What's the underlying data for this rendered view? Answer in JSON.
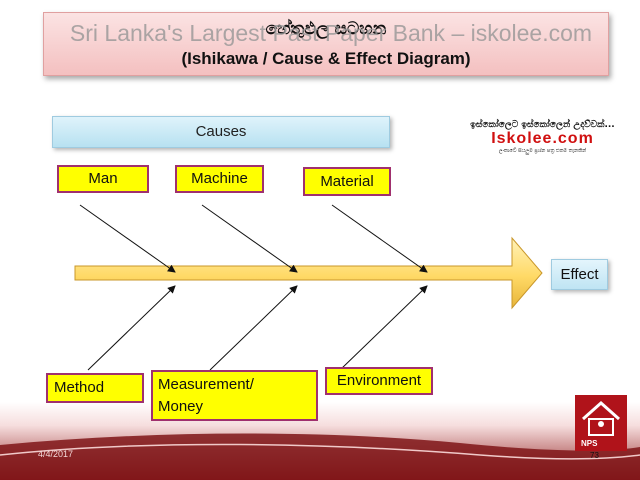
{
  "watermark": "Sri Lanka's Largest Past Paper Bank – iskolee.com",
  "title": {
    "sinhala": "හේතුඵල සටහන",
    "english": "(Ishikawa / Cause & Effect Diagram)"
  },
  "causes_header": "Causes",
  "effect_label": "Effect",
  "causes": {
    "man": "Man",
    "machine": "Machine",
    "material": "Material",
    "method": "Method",
    "measurement_line1": "Measurement/",
    "measurement_line2": "Money",
    "environment": "Environment"
  },
  "logo": {
    "tagline": "ඉස්කෝලෙට ඉස්කෝලෙන් උදව්වක්...",
    "brand": "Iskolee.com",
    "small_text": "ලංකාවේ සියලුම ප්‍රශ්න පත්‍ර එකම තැනකින්"
  },
  "nps_logo_text": "NPS",
  "footer": {
    "date": "4/4/2017",
    "page": "73"
  },
  "colors": {
    "title_bg": "#f4c0c0",
    "cause_box_fill": "#ffff00",
    "cause_box_border": "#a0306e",
    "arrow_fill": "#ffd966",
    "causes_header_bg": "#b7e1f1",
    "brand_red": "#d01010"
  }
}
